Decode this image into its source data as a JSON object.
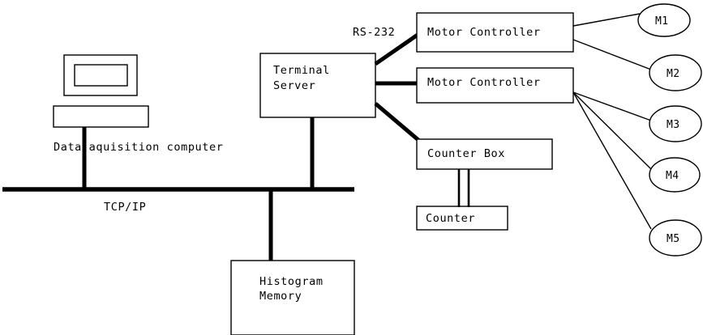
{
  "diagram": {
    "title": "Data acquisition system block diagram",
    "background_color": "#ffffff",
    "line_color": "#000000",
    "nodes": {
      "computer_label": "Data aquisition computer",
      "terminal_server": "Terminal\nServer",
      "terminal_server_line1": "Terminal",
      "terminal_server_line2": "Server",
      "motor_controller_1": "Motor Controller",
      "motor_controller_2": "Motor Controller",
      "counter_box": "Counter Box",
      "counter": "Counter",
      "histogram_memory_line1": "Histogram",
      "histogram_memory_line2": "Memory"
    },
    "motors": [
      {
        "label": "M1"
      },
      {
        "label": "M2"
      },
      {
        "label": "M3"
      },
      {
        "label": "M4"
      },
      {
        "label": "M5"
      }
    ],
    "link_labels": {
      "rs232": "RS-232",
      "tcpip": "TCP/IP"
    }
  }
}
